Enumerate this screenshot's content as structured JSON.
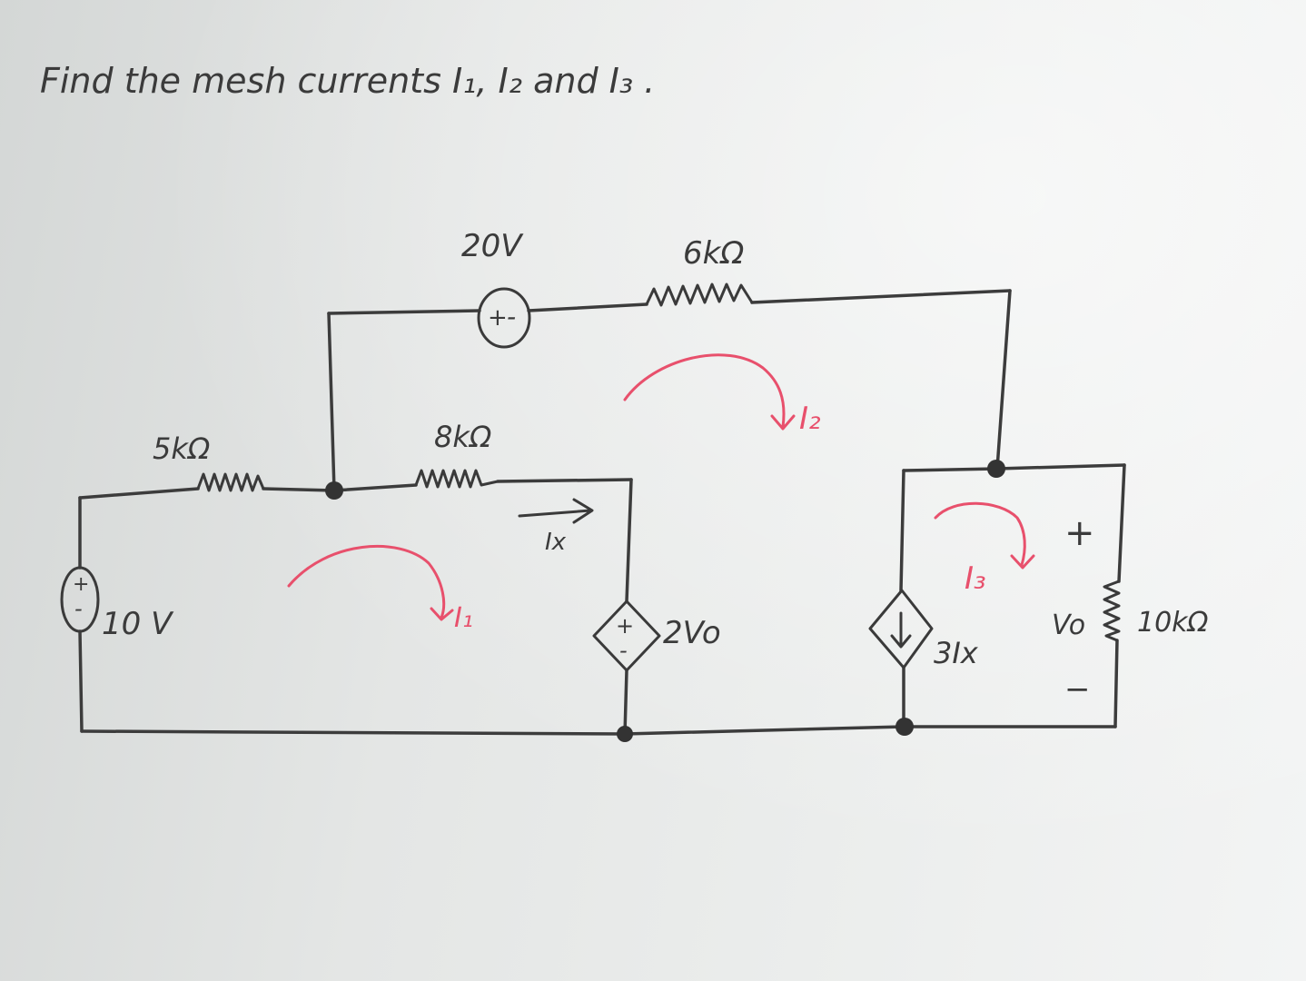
{
  "title": "Find the mesh currents I₁, I₂ and I₃ .",
  "labels": {
    "source_10v": "10 V",
    "r_5k": "5kΩ",
    "r_8k": "8kΩ",
    "source_20v": "20V",
    "r_6k": "6kΩ",
    "current_ix": "Ix",
    "dep_voltage": "2Vo",
    "dep_current": "3Ix",
    "r_10k": "10kΩ",
    "vo_label": "Vo",
    "vo_plus": "+",
    "vo_minus": "−",
    "plus_sign": "+",
    "minus_sign": "-",
    "mesh_i1": "I₁",
    "mesh_i2": "I₂",
    "mesh_i3": "I₃"
  },
  "colors": {
    "ink": "#3a3a3a",
    "mesh_arrows": "#e8506c",
    "paper": "#e6e8e7"
  }
}
